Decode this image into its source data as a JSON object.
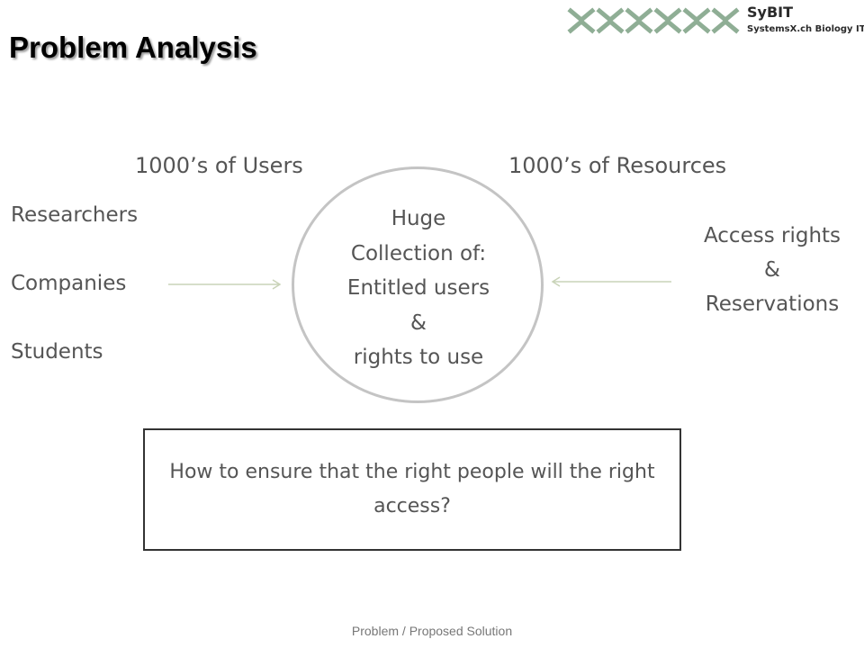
{
  "slide": {
    "title": "Problem Analysis",
    "footer": "Problem / Proposed Solution"
  },
  "logo": {
    "name": "SyBIT",
    "subtitle": "SystemsX.ch Biology IT",
    "mark_color": "#8fae95"
  },
  "users": {
    "header": "1000’s of Users",
    "items": [
      "Researchers",
      "Companies",
      "Students"
    ]
  },
  "resources": {
    "header": "1000’s of Resources",
    "access_lines": [
      "Access rights",
      "&",
      "Reservations"
    ]
  },
  "center": {
    "lines": [
      "Huge",
      "Collection of:",
      "Entitled users",
      "&",
      "rights to use"
    ]
  },
  "question": {
    "text": "How to ensure that the right people will the right access?"
  },
  "colors": {
    "arrow": "#c9d3b8",
    "circle": "#c4c4c4",
    "text": "#555555"
  }
}
